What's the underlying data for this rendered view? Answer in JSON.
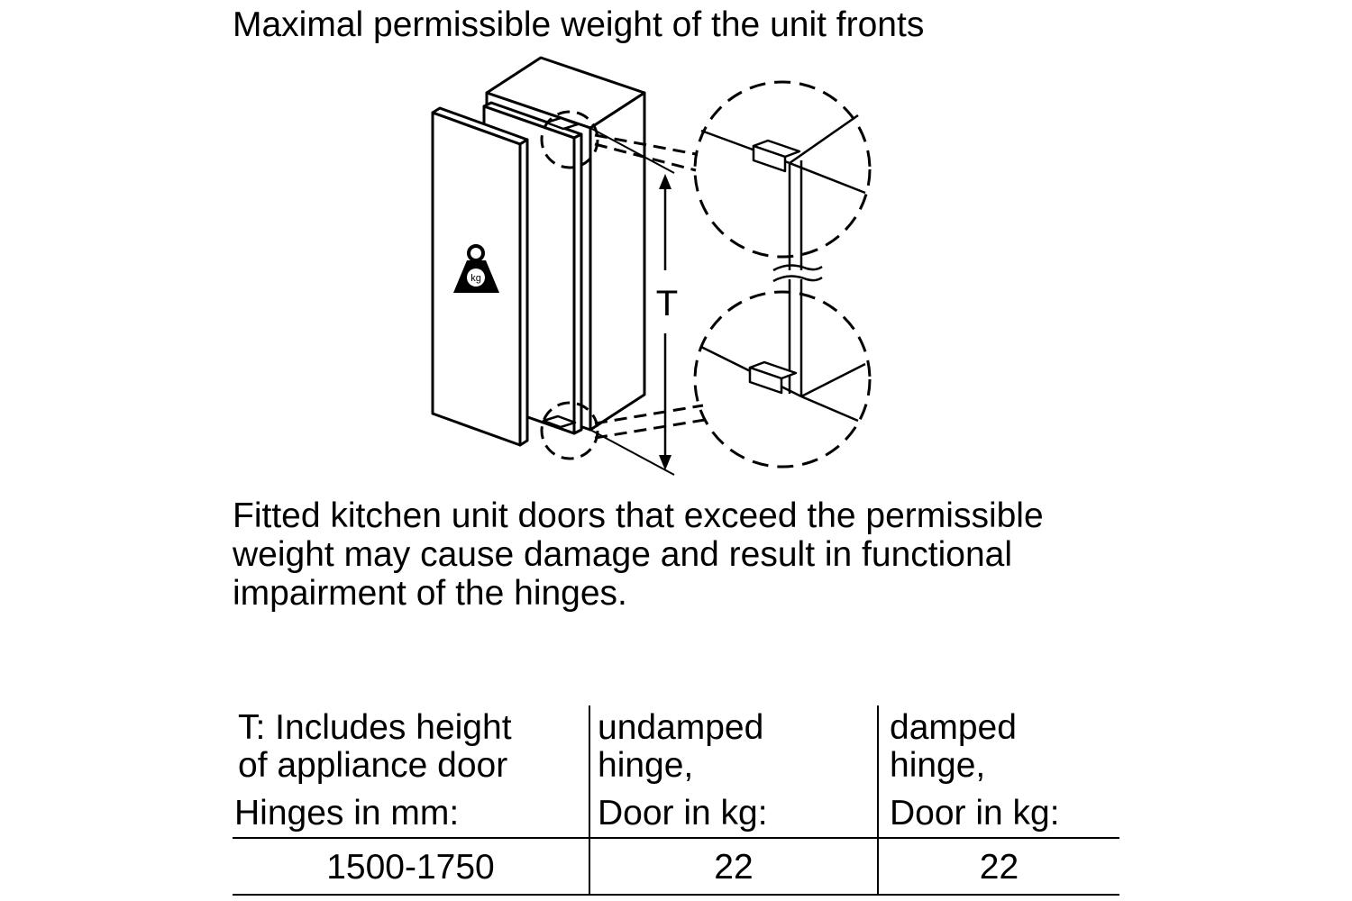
{
  "title": "Maximal permissible weight of the unit fronts",
  "diagram": {
    "dimension_label": "T",
    "weight_icon_label": "kg"
  },
  "warning": {
    "line1": "Fitted kitchen unit doors that exceed the permissible",
    "line2": "weight may cause damage and result in functional",
    "line3": "impairment of the hinges."
  },
  "table": {
    "headers": [
      {
        "line1": "T: Includes height",
        "line2": "of appliance door",
        "line3": "Hinges in mm:"
      },
      {
        "line1": "undamped",
        "line2": "hinge,",
        "line3": "Door in kg:"
      },
      {
        "line1": "damped",
        "line2": "hinge,",
        "line3": "Door in kg:"
      }
    ],
    "rows": [
      [
        "1500-1750",
        "22",
        "22"
      ]
    ]
  }
}
